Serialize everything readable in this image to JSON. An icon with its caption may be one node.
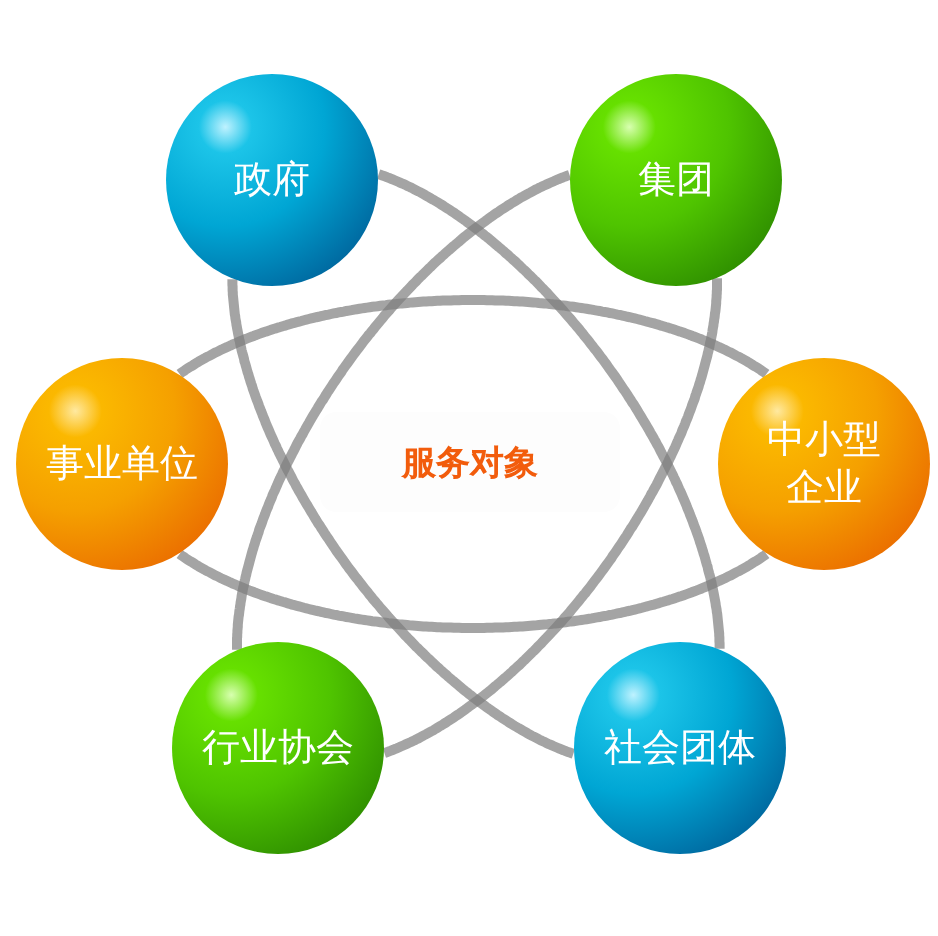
{
  "diagram": {
    "nodes": [
      {
        "text": [
          "政府"
        ]
      },
      {
        "text": [
          "集团"
        ]
      },
      {
        "text": [
          "事业单位"
        ]
      },
      {
        "text": [
          "中小型企业"
        ]
      },
      {
        "text": [
          "行业协会"
        ]
      },
      {
        "text": [
          "社会团体"
        ]
      }
    ],
    "edges": [
      {
        "from": 0,
        "to": 5,
        "arrow": "none"
      },
      {
        "from": 0,
        "to": 5,
        "arrow": "none"
      },
      {
        "from": 1,
        "to": 4,
        "arrow": "none"
      },
      {
        "from": 1,
        "to": 4,
        "arrow": "none"
      },
      {
        "from": 2,
        "to": 3,
        "arrow": "none"
      },
      {
        "from": 2,
        "to": 3,
        "arrow": "none"
      }
    ],
    "labels": [
      "服务对象"
    ]
  }
}
